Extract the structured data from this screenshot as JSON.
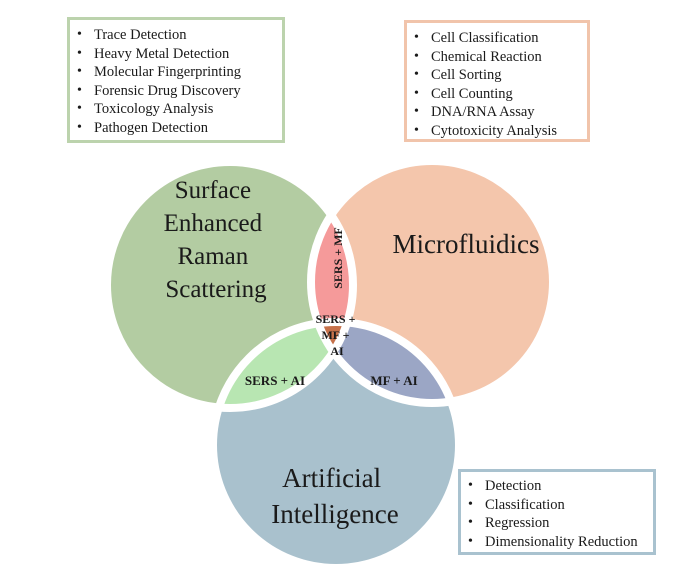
{
  "sers_apps": [
    "Trace Detection",
    "Heavy Metal Detection",
    "Molecular Fingerprinting",
    "Forensic Drug Discovery",
    "Toxicology Analysis",
    "Pathogen Detection"
  ],
  "mf_apps": [
    "Cell Classification",
    "Chemical Reaction",
    "Cell Sorting",
    "Cell Counting",
    "DNA/RNA Assay",
    "Cytotoxicity Analysis"
  ],
  "ai_apps": [
    "Detection",
    "Classification",
    "Regression",
    "Dimensionality Reduction"
  ],
  "circles": {
    "sers": {
      "title_lines": [
        "Surface",
        "Enhanced",
        "Raman",
        "Scattering"
      ]
    },
    "mf": {
      "title": "Microfluidics"
    },
    "ai": {
      "title_lines": [
        "Artificial",
        "Intelligence"
      ]
    }
  },
  "overlaps": {
    "sers_mf": "SERS + MF",
    "sers_ai": "SERS + AI",
    "mf_ai": "MF + AI",
    "center_lines": [
      "SERS +",
      "MF +",
      "AI"
    ]
  },
  "colors": {
    "sers": "#b3cca2",
    "mf": "#f4c6ac",
    "ai": "#a9c1cd",
    "sers_mf": "#f59a9a",
    "sers_ai": "#b8e6b2",
    "mf_ai": "#9ba6c5",
    "center": "#c6714a"
  }
}
